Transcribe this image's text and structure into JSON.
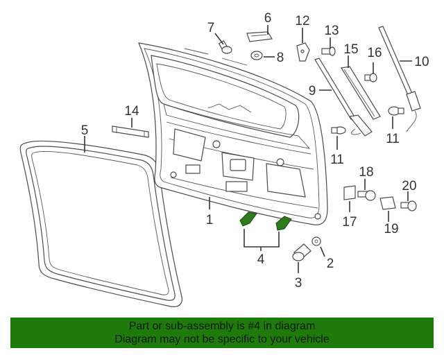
{
  "diagram": {
    "callouts": [
      {
        "id": "c1",
        "label": "1"
      },
      {
        "id": "c2",
        "label": "2"
      },
      {
        "id": "c3",
        "label": "3"
      },
      {
        "id": "c4",
        "label": "4"
      },
      {
        "id": "c5",
        "label": "5"
      },
      {
        "id": "c6",
        "label": "6"
      },
      {
        "id": "c7",
        "label": "7"
      },
      {
        "id": "c8",
        "label": "8"
      },
      {
        "id": "c9",
        "label": "9"
      },
      {
        "id": "c10",
        "label": "10"
      },
      {
        "id": "c11a",
        "label": "11"
      },
      {
        "id": "c11b",
        "label": "11"
      },
      {
        "id": "c12",
        "label": "12"
      },
      {
        "id": "c13",
        "label": "13"
      },
      {
        "id": "c14",
        "label": "14"
      },
      {
        "id": "c15",
        "label": "15"
      },
      {
        "id": "c16",
        "label": "16"
      },
      {
        "id": "c17",
        "label": "17"
      },
      {
        "id": "c18",
        "label": "18"
      },
      {
        "id": "c19",
        "label": "19"
      },
      {
        "id": "c20",
        "label": "20"
      }
    ],
    "highlight_color": "#2f7a1a"
  },
  "banner": {
    "line1": "Part or sub-assembly is #4 in diagram",
    "line2": "Diagram may not be specific to your vehicle",
    "background": "#1f7a0c"
  }
}
